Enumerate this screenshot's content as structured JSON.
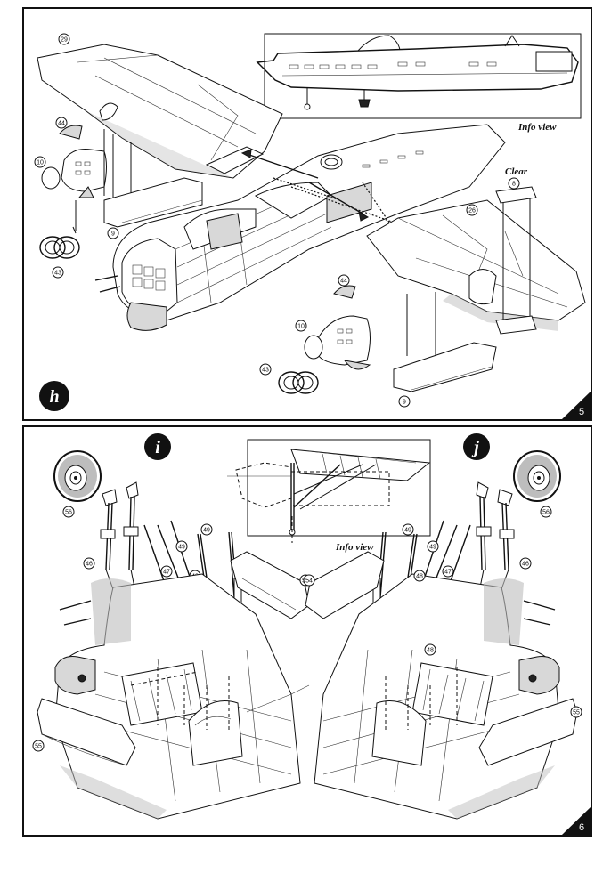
{
  "top_panel": {
    "step_letter": "h",
    "page_number": "5",
    "info_view_label": "Info view",
    "clear_label": "Clear",
    "parts": [
      "29",
      "44",
      "10",
      "43",
      "9",
      "26",
      "44",
      "10",
      "43",
      "9",
      "8"
    ]
  },
  "bottom_panel": {
    "step_letter_left": "i",
    "step_letter_right": "j",
    "page_number": "6",
    "info_view_label": "Info view",
    "parts_left": [
      "56",
      "49",
      "49",
      "46",
      "47",
      "48",
      "48",
      "54",
      "55"
    ],
    "parts_right": [
      "56",
      "49",
      "49",
      "46",
      "47",
      "48",
      "48",
      "54",
      "55"
    ]
  },
  "colors": {
    "ink": "#111111",
    "paper": "#ffffff",
    "shade": "#d8d8d8"
  }
}
